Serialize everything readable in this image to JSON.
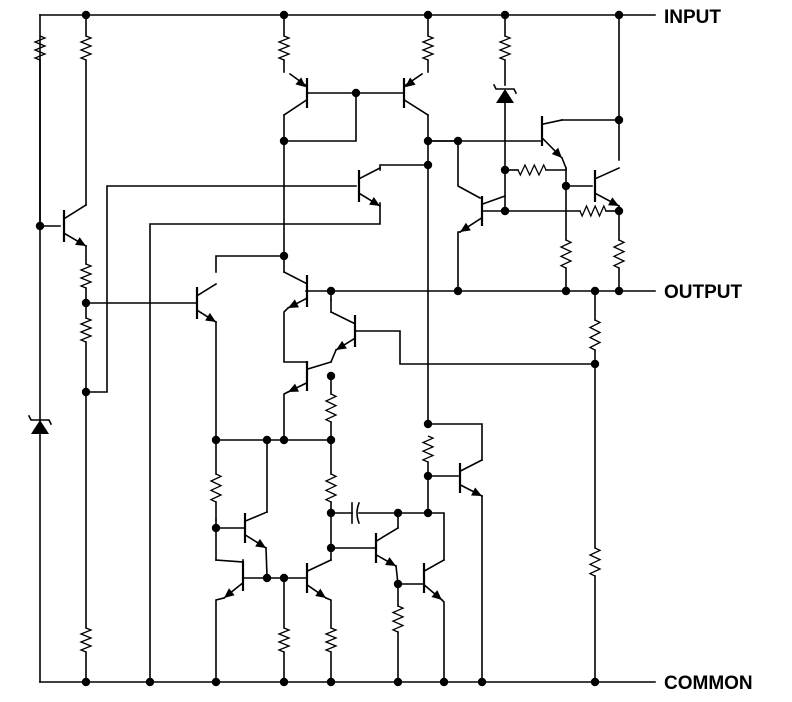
{
  "terminals": {
    "input": "INPUT",
    "output": "OUTPUT",
    "common": "COMMON"
  }
}
